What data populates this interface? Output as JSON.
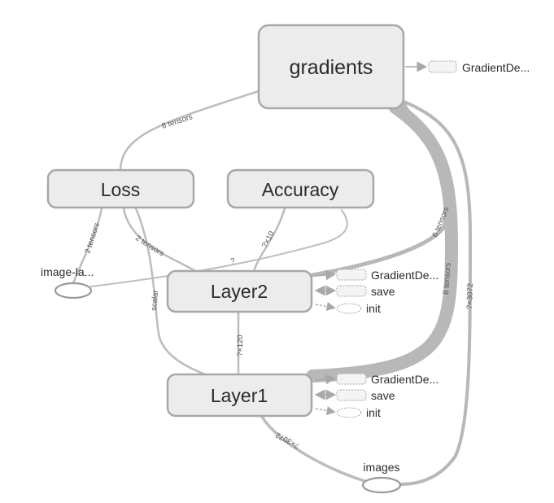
{
  "graph": {
    "nodes": {
      "gradients": "gradients",
      "loss": "Loss",
      "accuracy": "Accuracy",
      "layer2": "Layer2",
      "layer1": "Layer1",
      "image_labels": "image-la...",
      "images": "images"
    },
    "aux": {
      "gradients_out": "GradientDe...",
      "layer2_gradient": "GradientDe...",
      "layer2_save": "save",
      "layer2_init": "init",
      "layer1_gradient": "GradientDe...",
      "layer1_save": "save",
      "layer1_init": "init"
    },
    "edge_labels": {
      "gradients_loss": "8 tensors",
      "loss_imagelabels": "2 tensors",
      "loss_layer2": "2 tensors",
      "loss_scalar": "scalar",
      "accuracy_layer2": "?×10",
      "imagelabels_accuracy": "?",
      "gradients_layer2": "6 tensors",
      "gradients_layer1": "8 tensors",
      "gradients_images": "?×3072",
      "layer2_layer1": "?×120",
      "layer1_images": "?×3072"
    }
  },
  "colors": {
    "node_fill": "#ececec",
    "node_stroke": "#a8a8a8",
    "edge": "#bdbdbd"
  }
}
